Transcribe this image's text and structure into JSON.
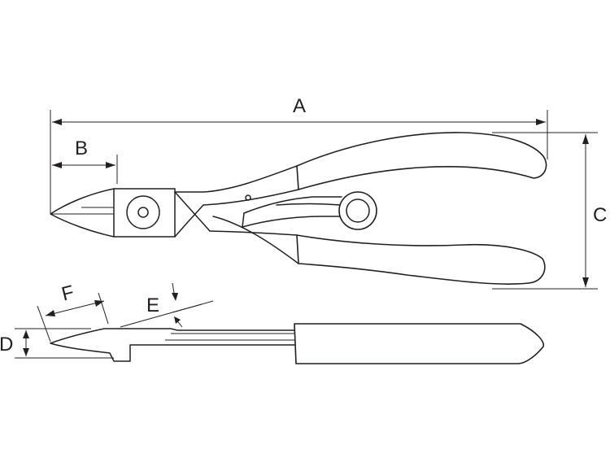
{
  "dimension_labels": {
    "A": "A",
    "B": "B",
    "C": "C",
    "D": "D",
    "E": "E",
    "F": "F"
  },
  "colors": {
    "line": "#231f20",
    "background": "#ffffff"
  }
}
